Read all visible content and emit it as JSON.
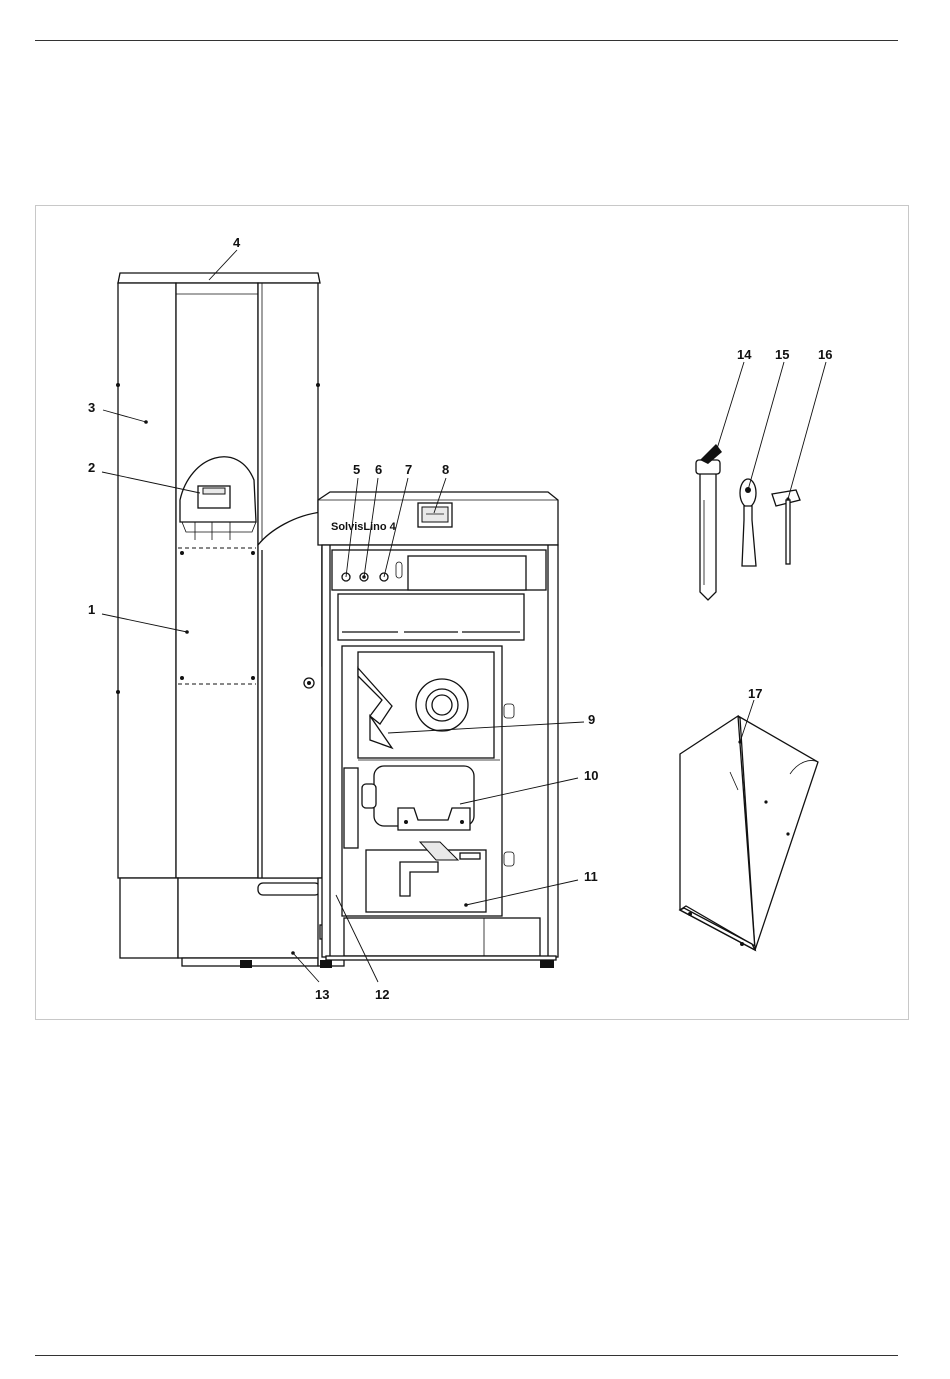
{
  "brand_label": "SolvisLino 4",
  "callouts": [
    {
      "id": "1",
      "label": "1"
    },
    {
      "id": "2",
      "label": "2"
    },
    {
      "id": "3",
      "label": "3"
    },
    {
      "id": "4",
      "label": "4"
    },
    {
      "id": "5",
      "label": "5"
    },
    {
      "id": "6",
      "label": "6"
    },
    {
      "id": "7",
      "label": "7"
    },
    {
      "id": "8",
      "label": "8"
    },
    {
      "id": "9",
      "label": "9"
    },
    {
      "id": "10",
      "label": "10"
    },
    {
      "id": "11",
      "label": "11"
    },
    {
      "id": "12",
      "label": "12"
    },
    {
      "id": "13",
      "label": "13"
    },
    {
      "id": "14",
      "label": "14"
    },
    {
      "id": "15",
      "label": "15"
    },
    {
      "id": "16",
      "label": "16"
    },
    {
      "id": "17",
      "label": "17"
    }
  ]
}
